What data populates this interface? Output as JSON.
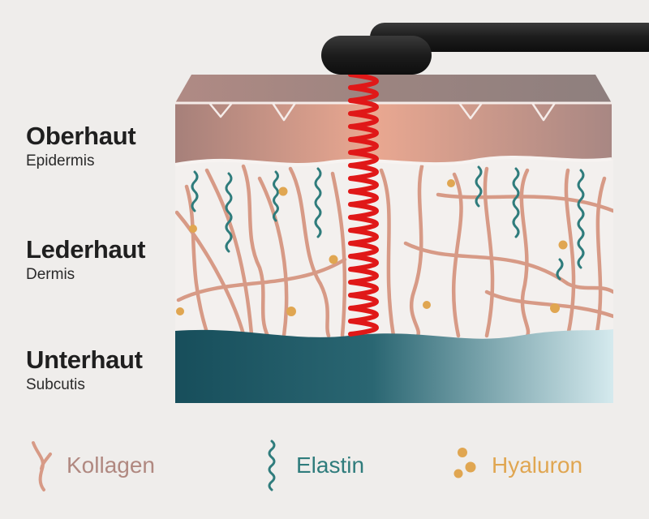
{
  "layers": [
    {
      "name": "Oberhaut",
      "latin": "Epidermis"
    },
    {
      "name": "Lederhaut",
      "latin": "Dermis"
    },
    {
      "name": "Unterhaut",
      "latin": "Subcutis"
    }
  ],
  "legend": [
    {
      "label": "Kollagen",
      "icon": "collagen-fiber-icon",
      "color": "#b08880"
    },
    {
      "label": "Elastin",
      "icon": "elastin-fiber-icon",
      "color": "#2f7c7c"
    },
    {
      "label": "Hyaluron",
      "icon": "hyaluron-dots-icon",
      "color": "#e0a651"
    }
  ],
  "colors": {
    "background": "#efedeb",
    "epidermis_top": "#9a7f7a",
    "epidermis_front": "#e9a690",
    "dermis": "#f3f0ee",
    "collagen": "#d79a86",
    "elastin": "#2f7c7c",
    "hyaluron": "#e0a651",
    "subcutis_dark": "#184f5c",
    "subcutis_light": "#cfe6ea",
    "rf_coil": "#e01818",
    "device": "#1c1c1c"
  }
}
